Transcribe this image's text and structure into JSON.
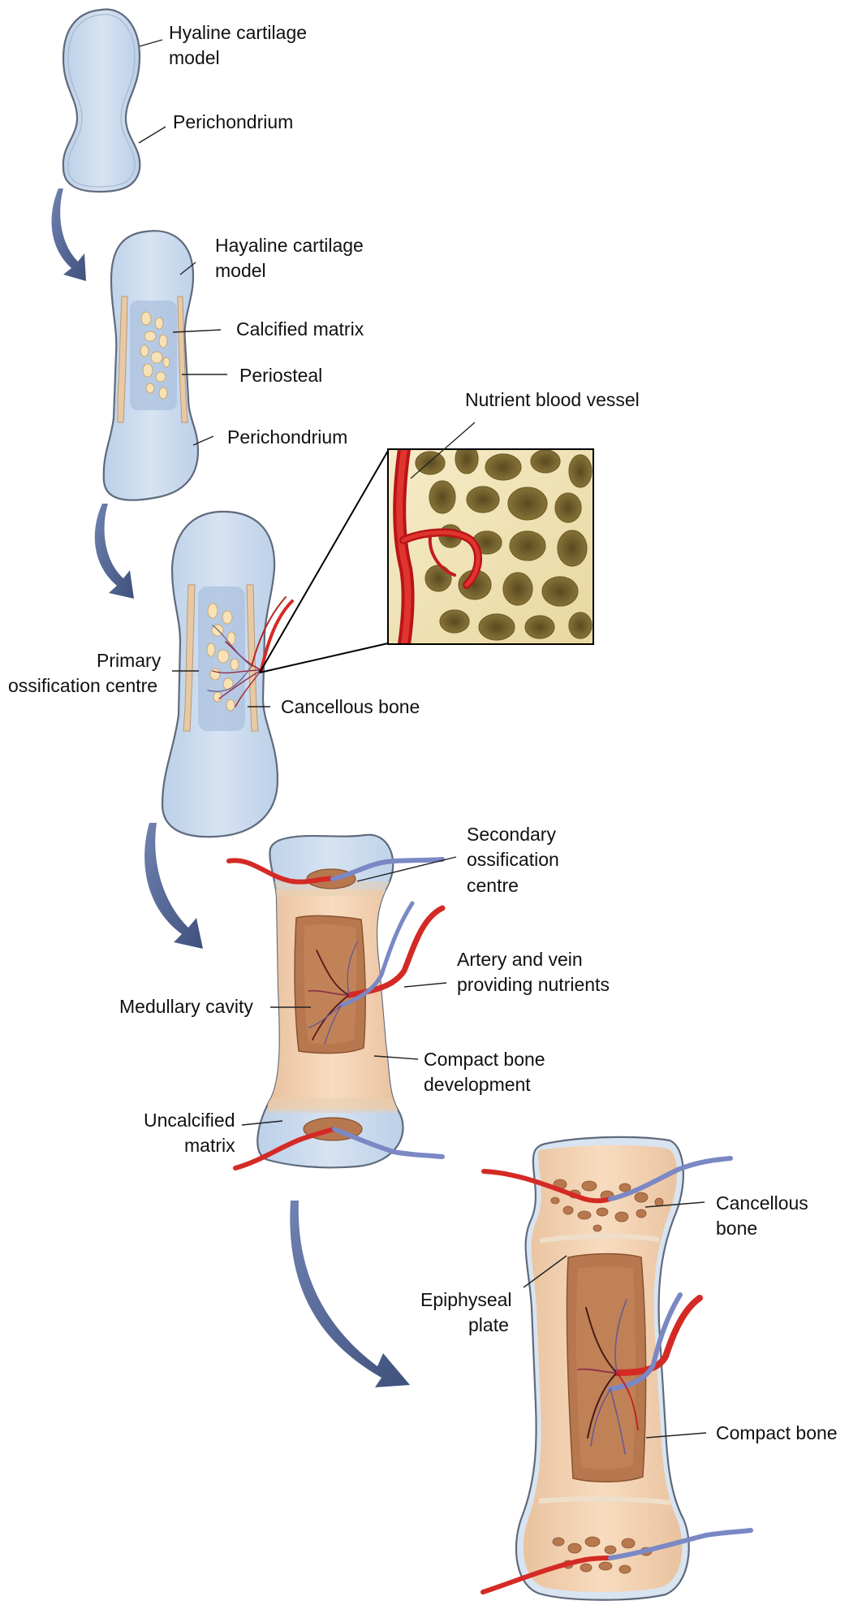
{
  "stage1": {
    "labels": {
      "cartilage_line1": "Hyaline cartilage",
      "cartilage_line2": "model",
      "perichondrium": "Perichondrium"
    }
  },
  "stage2": {
    "labels": {
      "cartilage_line1": "Hayaline cartilage",
      "cartilage_line2": "model",
      "calcified_matrix": "Calcified matrix",
      "periosteal": "Periosteal",
      "perichondrium": "Perichondrium"
    }
  },
  "stage3": {
    "labels": {
      "nutrient_vessel": "Nutrient blood vessel",
      "primary_line1": "Primary",
      "primary_line2": "ossification centre",
      "cancellous": "Cancellous bone"
    }
  },
  "stage4": {
    "labels": {
      "secondary_line1": "Secondary",
      "secondary_line2": "ossification",
      "secondary_line3": "centre",
      "artery_line1": "Artery and vein",
      "artery_line2": "providing nutrients",
      "medullary": "Medullary cavity",
      "compact_line1": "Compact bone",
      "compact_line2": "development",
      "uncalcified_line1": "Uncalcified",
      "uncalcified_line2": "matrix"
    }
  },
  "stage5": {
    "labels": {
      "cancellous_line1": "Cancellous",
      "cancellous_line2": "bone",
      "epiphyseal_line1": "Epiphyseal",
      "epiphyseal_line2": "plate",
      "compact": "Compact bone"
    }
  },
  "colors": {
    "cartilage": "#c9d9ec",
    "cartilage_edge": "#5f6a7c",
    "bone": "#f3d2b3",
    "marrow": "#b7774f",
    "artery": "#d42a25",
    "vein": "#7a88c4",
    "arrow": "#4a5b87"
  }
}
